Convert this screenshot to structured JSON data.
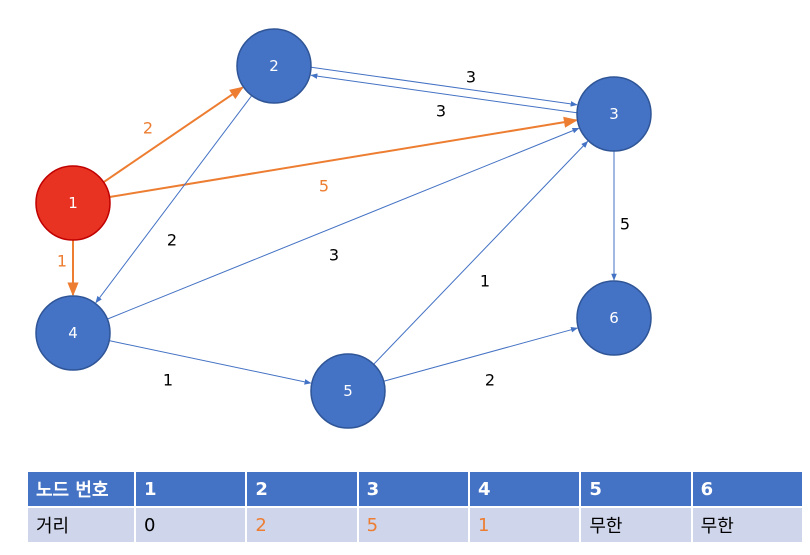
{
  "colors": {
    "node_fill": "#4472c4",
    "node_stroke": "#2f5597",
    "start_node_fill": "#e83323",
    "start_node_stroke": "#c00000",
    "default_edge": "#4472c4",
    "highlight_edge": "#ed7d31",
    "default_label": "#000000",
    "highlight_label": "#ed7d31"
  },
  "graph": {
    "nodes": [
      {
        "id": "1",
        "label": "1",
        "start": true
      },
      {
        "id": "2",
        "label": "2"
      },
      {
        "id": "3",
        "label": "3"
      },
      {
        "id": "4",
        "label": "4"
      },
      {
        "id": "5",
        "label": "5"
      },
      {
        "id": "6",
        "label": "6"
      }
    ],
    "edges": [
      {
        "from": "1",
        "to": "2",
        "weight": "2",
        "highlight": true
      },
      {
        "from": "1",
        "to": "3",
        "weight": "5",
        "highlight": true
      },
      {
        "from": "1",
        "to": "4",
        "weight": "1",
        "highlight": true
      },
      {
        "from": "2",
        "to": "3",
        "weight": "3",
        "highlight": false
      },
      {
        "from": "3",
        "to": "2",
        "weight": "3",
        "highlight": false
      },
      {
        "from": "2",
        "to": "4",
        "weight": "2",
        "highlight": false
      },
      {
        "from": "4",
        "to": "3",
        "weight": "3",
        "highlight": false
      },
      {
        "from": "4",
        "to": "5",
        "weight": "1",
        "highlight": false
      },
      {
        "from": "5",
        "to": "3",
        "weight": "1",
        "highlight": false
      },
      {
        "from": "5",
        "to": "6",
        "weight": "2",
        "highlight": false
      },
      {
        "from": "3",
        "to": "6",
        "weight": "5",
        "highlight": false
      }
    ]
  },
  "table": {
    "header": [
      "노드 번호",
      "1",
      "2",
      "3",
      "4",
      "5",
      "6"
    ],
    "row": [
      {
        "text": "거리",
        "highlight": false
      },
      {
        "text": "0",
        "highlight": false
      },
      {
        "text": "2",
        "highlight": true
      },
      {
        "text": "5",
        "highlight": true
      },
      {
        "text": "1",
        "highlight": true
      },
      {
        "text": "무한",
        "highlight": false
      },
      {
        "text": "무한",
        "highlight": false
      }
    ]
  }
}
